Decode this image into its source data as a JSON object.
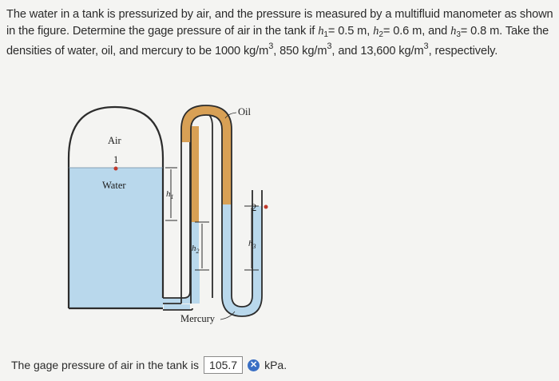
{
  "problem": {
    "intro": "The water in a tank is pressurized by air, and the pressure is measured by a multifluid manometer as shown in the figure. Determine the gage pressure of air in the tank if ",
    "h1_var": "h",
    "h1_sub": "1",
    "h1_val": "= 0.5 m, ",
    "h2_var": "h",
    "h2_sub": "2",
    "h2_val": "= 0.6 m, and ",
    "h3_var": "h",
    "h3_sub": "3",
    "h3_val": "= 0.8 m. Take the densities of water, oil, and mercury to be 1000 kg/m",
    "sup1": "3",
    "mid1": ", 850 kg/m",
    "sup2": "3",
    "mid2": ", and 13,600 kg/m",
    "sup3": "3",
    "outro": ", respectively."
  },
  "figure": {
    "label_air": "Air",
    "label_water": "Water",
    "label_oil": "Oil",
    "label_mercury": "Mercury",
    "label_h1": "h",
    "label_h1_sub": "1",
    "label_h2": "h",
    "label_h2_sub": "2",
    "label_h3": "h",
    "label_h3_sub": "3",
    "marker_1": "1",
    "marker_2": "2",
    "colors": {
      "water": "#b9d8ec",
      "oil": "#d8a055",
      "mercury": "#b9d8ec",
      "outline": "#2c2c2c",
      "marker": "#c0392b"
    }
  },
  "answer": {
    "prefix": "The gage pressure of air in the tank is",
    "value": "105.7",
    "status_icon": "wrong-icon",
    "unit": "kPa."
  }
}
